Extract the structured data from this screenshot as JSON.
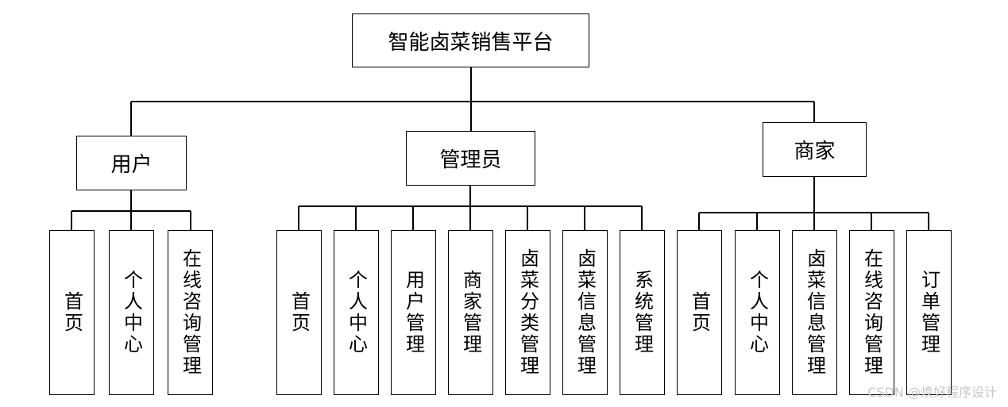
{
  "root": {
    "label": "智能卤菜销售平台"
  },
  "roles": [
    {
      "label": "用户",
      "children": [
        "首页",
        "个人中心",
        "在线咨询管理"
      ]
    },
    {
      "label": "管理员",
      "children": [
        "首页",
        "个人中心",
        "用户管理",
        "商家管理",
        "卤菜分类管理",
        "卤菜信息管理",
        "系统管理"
      ]
    },
    {
      "label": "商家",
      "children": [
        "首页",
        "个人中心",
        "卤菜信息管理",
        "在线咨询管理",
        "订单管理"
      ]
    }
  ],
  "watermark": "CSDN @焕好程序设计"
}
